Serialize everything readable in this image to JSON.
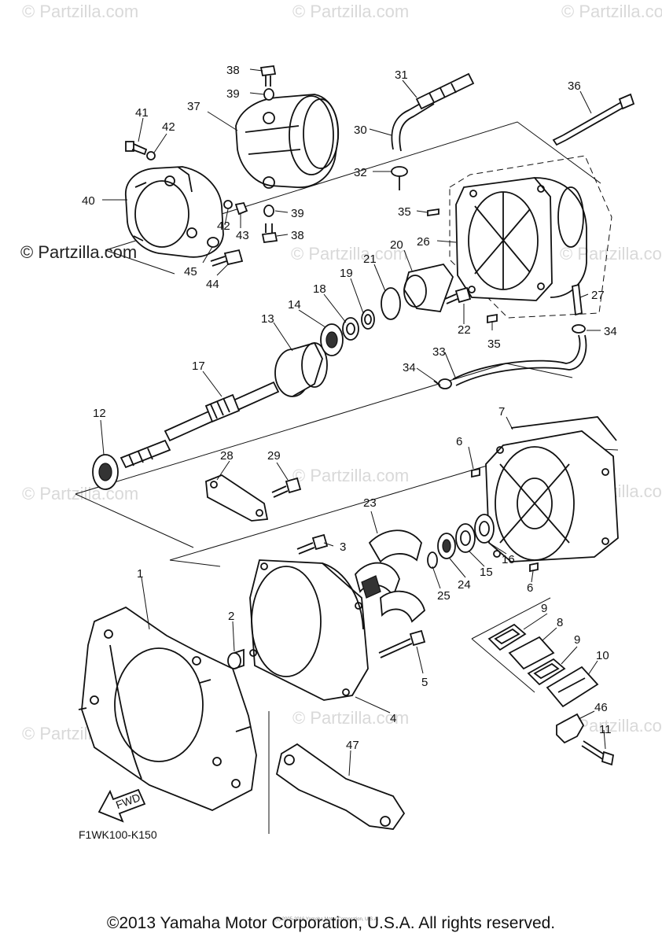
{
  "watermarks": {
    "brand": "© Partzilla.com",
    "faded": "© Partzilla.com"
  },
  "diagram_code": "F1WK100-K150",
  "fwd_label": "FWD",
  "tiny_notice": "(c) 2005-2016 Yamaha Motor Corporation, U.S.A.",
  "copyright": "©2013 Yamaha Motor Corporation, U.S.A. All rights reserved.",
  "callouts": {
    "n1": "1",
    "n2": "2",
    "n3": "3",
    "n4": "4",
    "n5": "5",
    "n6a": "6",
    "n6b": "6",
    "n7": "7",
    "n8": "8",
    "n9a": "9",
    "n9b": "9",
    "n10": "10",
    "n11": "11",
    "n12": "12",
    "n13": "13",
    "n14": "14",
    "n15": "15",
    "n16": "16",
    "n17": "17",
    "n18": "18",
    "n19": "19",
    "n20": "20",
    "n21": "21",
    "n22": "22",
    "n23": "23",
    "n24": "24",
    "n25": "25",
    "n26": "26",
    "n27": "27",
    "n28": "28",
    "n29": "29",
    "n30": "30",
    "n31": "31",
    "n32": "32",
    "n33": "33",
    "n34a": "34",
    "n34b": "34",
    "n35a": "35",
    "n35b": "35",
    "n36": "36",
    "n37": "37",
    "n38a": "38",
    "n38b": "38",
    "n39a": "39",
    "n39b": "39",
    "n40": "40",
    "n41": "41",
    "n42a": "42",
    "n42b": "42",
    "n43": "43",
    "n44": "44",
    "n45": "45",
    "n46": "46",
    "n47": "47"
  }
}
